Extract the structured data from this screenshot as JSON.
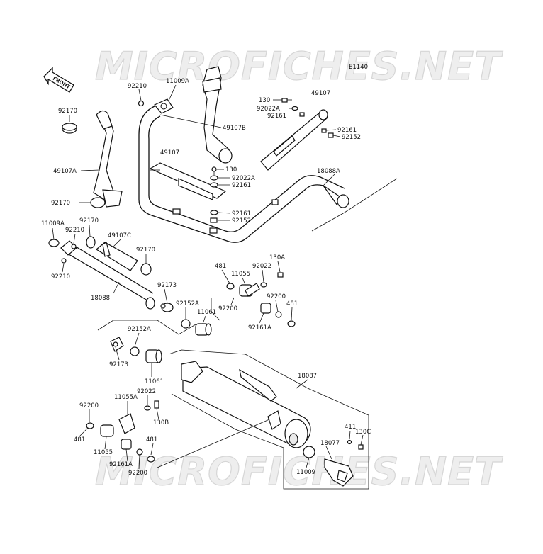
{
  "diagram_id": "E1140",
  "watermark": "MICROFICHES.NET",
  "front_label": "FRONT",
  "labels": [
    {
      "id": "l1",
      "text": "11009A"
    },
    {
      "id": "l2",
      "text": "92210"
    },
    {
      "id": "l3",
      "text": "92170"
    },
    {
      "id": "l4",
      "text": "49107A"
    },
    {
      "id": "l5",
      "text": "92170"
    },
    {
      "id": "l6",
      "text": "49107B"
    },
    {
      "id": "l7",
      "text": "49107"
    },
    {
      "id": "l8",
      "text": "130"
    },
    {
      "id": "l9",
      "text": "92022A"
    },
    {
      "id": "l10",
      "text": "92161"
    },
    {
      "id": "l11",
      "text": "92161"
    },
    {
      "id": "l12",
      "text": "92152"
    },
    {
      "id": "l13",
      "text": "130"
    },
    {
      "id": "l14",
      "text": "92022A"
    },
    {
      "id": "l15",
      "text": "92161"
    },
    {
      "id": "l16",
      "text": "49107"
    },
    {
      "id": "l17",
      "text": "92161"
    },
    {
      "id": "l18",
      "text": "92152"
    },
    {
      "id": "l19",
      "text": "18088A"
    },
    {
      "id": "l20",
      "text": "11009A"
    },
    {
      "id": "l21",
      "text": "92210"
    },
    {
      "id": "l22",
      "text": "92170"
    },
    {
      "id": "l23",
      "text": "49107C"
    },
    {
      "id": "l24",
      "text": "92170"
    },
    {
      "id": "l25",
      "text": "92210"
    },
    {
      "id": "l26",
      "text": "18088"
    },
    {
      "id": "l27",
      "text": "92173"
    },
    {
      "id": "l28",
      "text": "92152A"
    },
    {
      "id": "l29",
      "text": "11061"
    },
    {
      "id": "l30",
      "text": "481"
    },
    {
      "id": "l31",
      "text": "11055"
    },
    {
      "id": "l32",
      "text": "92022"
    },
    {
      "id": "l33",
      "text": "130A"
    },
    {
      "id": "l34",
      "text": "92200"
    },
    {
      "id": "l35",
      "text": "92200"
    },
    {
      "id": "l36",
      "text": "481"
    },
    {
      "id": "l37",
      "text": "92161A"
    },
    {
      "id": "l38",
      "text": "92152A"
    },
    {
      "id": "l39",
      "text": "92173"
    },
    {
      "id": "l40",
      "text": "11061"
    },
    {
      "id": "l41",
      "text": "18087"
    },
    {
      "id": "l42",
      "text": "92022"
    },
    {
      "id": "l43",
      "text": "11055A"
    },
    {
      "id": "l44",
      "text": "92200"
    },
    {
      "id": "l45",
      "text": "130B"
    },
    {
      "id": "l46",
      "text": "481"
    },
    {
      "id": "l47",
      "text": "11055"
    },
    {
      "id": "l48",
      "text": "481"
    },
    {
      "id": "l49",
      "text": "92161A"
    },
    {
      "id": "l50",
      "text": "92200"
    },
    {
      "id": "l51",
      "text": "411"
    },
    {
      "id": "l52",
      "text": "130C"
    },
    {
      "id": "l53",
      "text": "18077"
    },
    {
      "id": "l54",
      "text": "11009"
    }
  ]
}
